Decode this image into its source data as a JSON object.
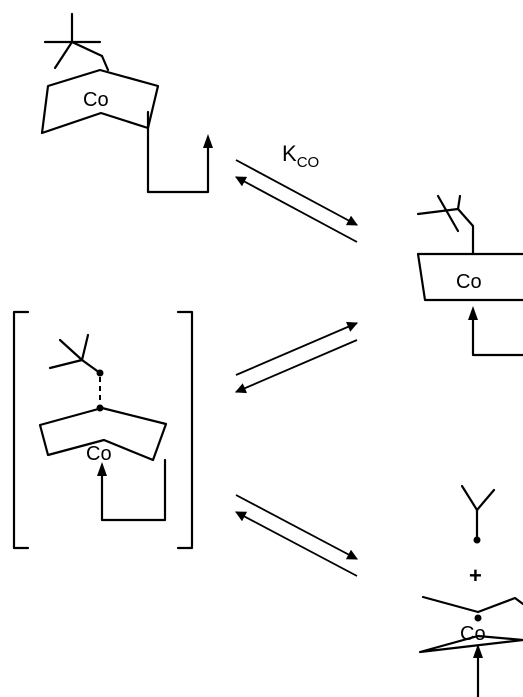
{
  "labels": {
    "cobalt": "Co",
    "equilibrium_constant_main": "K",
    "equilibrium_constant_sub": "CO",
    "plus": "+"
  }
}
